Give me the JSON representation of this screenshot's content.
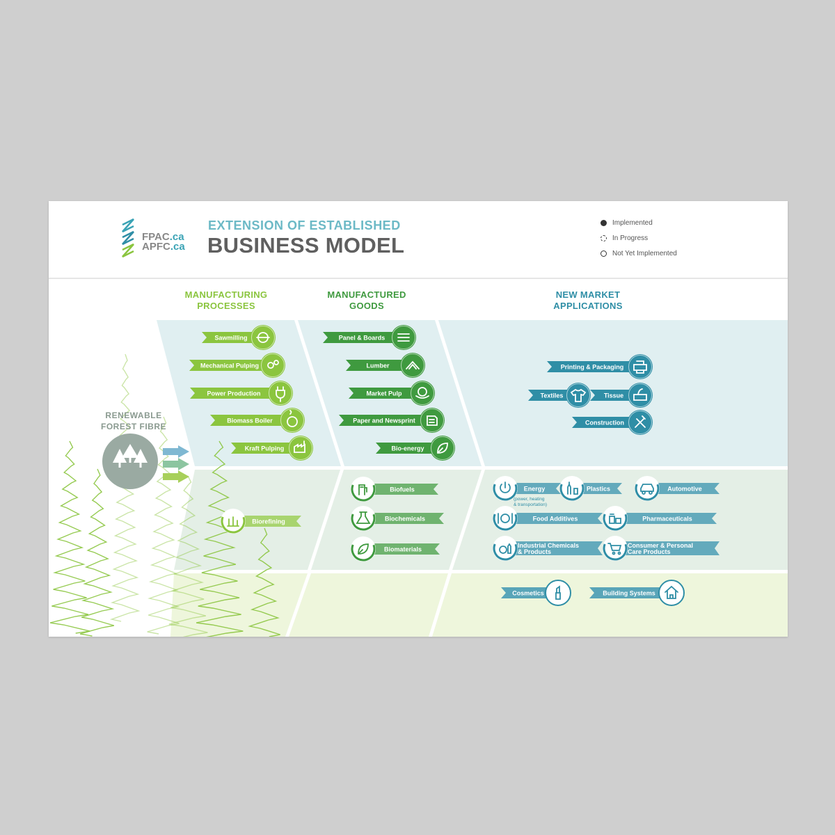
{
  "header": {
    "logo_line1": "FPAC",
    "logo_line1_suffix": ".ca",
    "logo_line2": "APFC",
    "logo_line2_suffix": ".ca",
    "title_top": "EXTENSION OF  ESTABLISHED",
    "title_main": "BUSINESS MODEL"
  },
  "legend": [
    {
      "label": "Implemented",
      "status": "implemented",
      "bg": "#e0eff1"
    },
    {
      "label": "In Progress",
      "status": "in-progress",
      "bg": "#e4efe6"
    },
    {
      "label": "Not Yet Implemented",
      "status": "not-implemented",
      "bg": "#eef6dc"
    }
  ],
  "columns": [
    {
      "line1": "MANUFACTURING",
      "line2": "PROCESSES",
      "color": "#8bc53f"
    },
    {
      "line1": "MANUFACTURED",
      "line2": "GOODS",
      "color": "#3f9a3f"
    },
    {
      "line1": "NEW MARKET",
      "line2": "APPLICATIONS",
      "color": "#2f8ea6"
    }
  ],
  "source": {
    "line1": "RENEWABLE",
    "line2": "FOREST FIBRE"
  },
  "colors": {
    "light_green": "#8bc53f",
    "dark_green": "#3f9a3f",
    "teal": "#2f8ea6",
    "row1_bg": "#e0eff1",
    "row2_bg": "#e4efe6",
    "row3_bg": "#eef6dc",
    "source_circle": "#9aaaa2"
  },
  "nodes": [
    {
      "id": "sawmilling",
      "label": "Sawmilling",
      "icon": "saw-blade-icon",
      "color": "#8bc53f",
      "status": "implemented"
    },
    {
      "id": "mechanical-pulping",
      "label": "Mechanical Pulping",
      "icon": "gears-icon",
      "color": "#8bc53f",
      "status": "implemented"
    },
    {
      "id": "power-production",
      "label": "Power Production",
      "icon": "plug-icon",
      "color": "#8bc53f",
      "status": "implemented"
    },
    {
      "id": "biomass-boiler",
      "label": "Biomass Boiler",
      "icon": "boiler-icon",
      "color": "#8bc53f",
      "status": "implemented"
    },
    {
      "id": "kraft-pulping",
      "label": "Kraft Pulping",
      "icon": "factory-icon",
      "color": "#8bc53f",
      "status": "implemented"
    },
    {
      "id": "biorefining",
      "label": "Biorefining",
      "icon": "refinery-icon",
      "color": "#8bc53f",
      "status": "in-progress"
    },
    {
      "id": "panel-boards",
      "label": "Panel & Boards",
      "icon": "panels-icon",
      "color": "#3f9a3f",
      "status": "implemented"
    },
    {
      "id": "lumber",
      "label": "Lumber",
      "icon": "lumber-icon",
      "color": "#3f9a3f",
      "status": "implemented"
    },
    {
      "id": "market-pulp",
      "label": "Market Pulp",
      "icon": "pulp-icon",
      "color": "#3f9a3f",
      "status": "implemented"
    },
    {
      "id": "paper-newsprint",
      "label": "Paper and Newsprint",
      "icon": "paper-stack-icon",
      "color": "#3f9a3f",
      "status": "implemented"
    },
    {
      "id": "bio-energy",
      "label": "Bio-energy",
      "icon": "leaf-plug-icon",
      "color": "#3f9a3f",
      "status": "implemented"
    },
    {
      "id": "biofuels",
      "label": "Biofuels",
      "icon": "fuel-pump-icon",
      "color": "#3f9a3f",
      "status": "in-progress"
    },
    {
      "id": "biochemicals",
      "label": "Biochemicals",
      "icon": "flask-icon",
      "color": "#3f9a3f",
      "status": "in-progress"
    },
    {
      "id": "biomaterials",
      "label": "Biomaterials",
      "icon": "leaf-icon",
      "color": "#3f9a3f",
      "status": "in-progress"
    },
    {
      "id": "printing-packaging",
      "label": "Printing & Packaging",
      "icon": "printer-icon",
      "color": "#2f8ea6",
      "status": "implemented"
    },
    {
      "id": "textiles",
      "label": "Textiles",
      "icon": "tshirt-icon",
      "color": "#2f8ea6",
      "status": "implemented"
    },
    {
      "id": "tissue",
      "label": "Tissue",
      "icon": "tissue-box-icon",
      "color": "#2f8ea6",
      "status": "implemented"
    },
    {
      "id": "construction",
      "label": "Construction",
      "icon": "tools-icon",
      "color": "#2f8ea6",
      "status": "implemented"
    },
    {
      "id": "energy",
      "label": "Energy",
      "sublabel1": "(power, heating",
      "sublabel2": "& transportation)",
      "icon": "power-icon",
      "color": "#2f8ea6",
      "status": "in-progress"
    },
    {
      "id": "plastics",
      "label": "Plastics",
      "icon": "bottles-icon",
      "color": "#2f8ea6",
      "status": "in-progress"
    },
    {
      "id": "automotive",
      "label": "Automotive",
      "icon": "car-icon",
      "color": "#2f8ea6",
      "status": "in-progress"
    },
    {
      "id": "food-additives",
      "label": "Food Additives",
      "icon": "plate-icon",
      "color": "#2f8ea6",
      "status": "in-progress"
    },
    {
      "id": "pharmaceuticals",
      "label": "Pharmaceuticals",
      "icon": "pill-bottles-icon",
      "color": "#2f8ea6",
      "status": "in-progress"
    },
    {
      "id": "industrial-chemicals",
      "label": "Industrial Chemicals",
      "label2": "& Products",
      "icon": "chemicals-icon",
      "color": "#2f8ea6",
      "status": "in-progress"
    },
    {
      "id": "consumer-care",
      "label": "Consumer & Personal",
      "label2": "Care Products",
      "icon": "cart-icon",
      "color": "#2f8ea6",
      "status": "in-progress"
    },
    {
      "id": "cosmetics",
      "label": "Cosmetics",
      "icon": "lipstick-icon",
      "color": "#2f8ea6",
      "status": "not-implemented"
    },
    {
      "id": "building-systems",
      "label": "Building Systems",
      "icon": "house-icon",
      "color": "#2f8ea6",
      "status": "not-implemented"
    }
  ]
}
